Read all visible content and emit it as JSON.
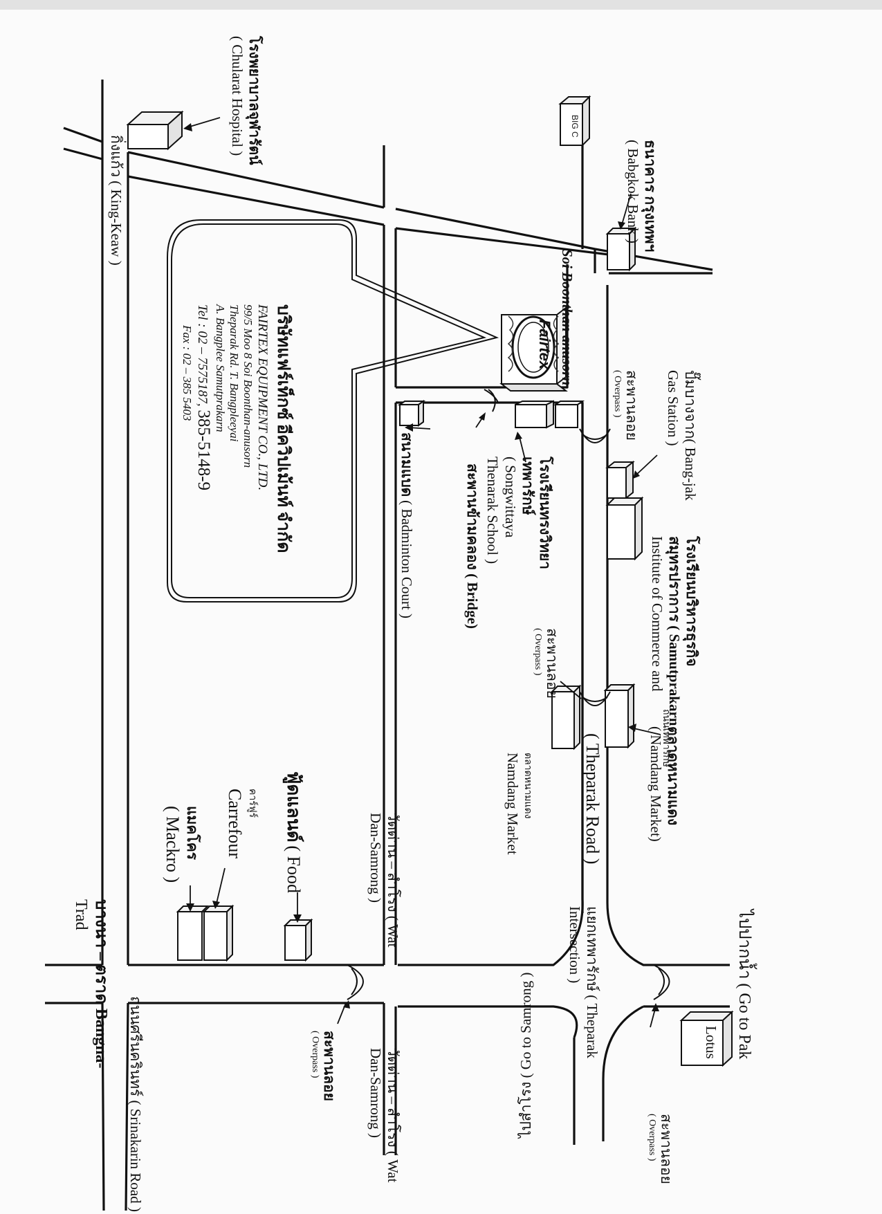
{
  "map": {
    "company": {
      "name_th": "บริษัทแฟร์เท็กซ์ อีควิปเม้นท์ จำกัด",
      "name_en": "FAIRTEX EQUIPMENT CO., LTD.",
      "address_line1": "99/5  Moo 8 Soi Boonthan-anusorn",
      "address_line2": "Theparak Rd. T. Bangpleeyai",
      "address_line3": "A. Bangplee  Samutprakarn",
      "tel_label": "Tel :  02 – 7575187,",
      "tel_extra": "385-5148-9",
      "fax": "Fax : 02 – 385 5403",
      "logo_text": "Fairtex"
    },
    "roads": {
      "soi": "Soi Boonthan anusorn",
      "theparak_th": "ถนนเทพารักษ์",
      "theparak_en": "( Theparak Road )",
      "intersection_th": "แยกเทพารักษ์ ( Theparak",
      "intersection_en": "Intersection )",
      "go_pak_th": "ไปปากน้ำ ( Go to Pak",
      "go_samrong": "ไปสำโรง ( Go to Samrong )",
      "wat_dan_1": "วัดด่าน – สำโรง ( Wat",
      "wat_dan_1b": "Dan-Samrong )",
      "wat_dan_2": "วัดด่าน – สำโรง ( Wat",
      "wat_dan_2b": "Dan-Samrong )",
      "srinakarin": "ถนนศรีนครินทร์ ( Srinakarin Road )",
      "bangna_1": "บางนา – ตราด Bangna-",
      "bangna_2": "Trad",
      "king_keaw": "กิ่งแก้ว ( King-Keaw )"
    },
    "landmarks": {
      "chularat_th": "โรงพยาบาลจุฬารัตน์",
      "chularat_en": "( Chularat Hospital )",
      "bigc": "BIG C",
      "bangkok_bank_th": "ธนาคาร กรุงเทพฯ",
      "bangkok_bank_en": "( Babgkok Bank )",
      "gas_th": "ปั๊มบางจาก( Bang-jak",
      "gas_en": "Gas Station )",
      "overpass_th": "สะพานลอย",
      "overpass_en": "( Overpass )",
      "samutprakarn_th": "โรงเรียนบริหารธุรกิจ",
      "samutprakarn_th2": "สมุทรปราการ ( Samutprakarn",
      "samutprakarn_en": "Institute of Commerce and",
      "songwittaya_th": "โรงเรียนทรงวิทยา",
      "songwittaya_th2": "เทพารักษ์",
      "songwittaya_en": "( Songwittaya",
      "songwittaya_en2": "Thenarak School )",
      "bridge_th": "สะพานข้ามคลอง ( Bridge)",
      "badminton_th": "สนามแบด",
      "badminton_en": "( Badminton Court )",
      "namdang_1_th": "ตลาดหนามแดง",
      "namdang_1_en": "( Namdang Market)",
      "namdang_2_th": "ตลาดหนามแดง",
      "namdang_2_en": "Namdang Market",
      "lotus": "Lotus",
      "foodland_th": "ฟู้ดแลนด์",
      "foodland_en": "( Food",
      "carrefour_th": "คาร์ฟูร์",
      "carrefour_en": "Carrefour",
      "makro_th": "แมคโคร",
      "makro_en": "( Mackro )"
    }
  }
}
